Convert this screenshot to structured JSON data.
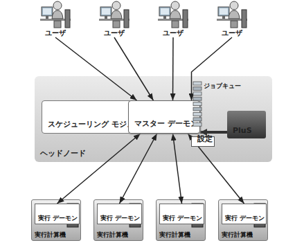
{
  "diagram": {
    "nodes": [
      {
        "text": [
          "ユーザ"
        ]
      },
      {
        "text": [
          "ユーザ"
        ]
      },
      {
        "text": [
          "ユーザ"
        ]
      },
      {
        "text": [
          "ユーザ"
        ]
      },
      {
        "text": [
          "ヘッドノード"
        ]
      },
      {
        "text": [
          "スケジューリング モジュール"
        ],
        "in": 4
      },
      {
        "text": [
          "マスター デーモン"
        ],
        "in": 4
      },
      {
        "text": [
          "ジョブキュー"
        ],
        "in": 4
      },
      {
        "text": [
          "設定"
        ],
        "in": 4
      },
      {
        "text": [
          "PluS"
        ],
        "in": 4
      },
      {
        "text": [
          "実行計算機"
        ]
      },
      {
        "text": [
          "実行 デーモン"
        ],
        "in": 10
      },
      {
        "text": [
          "実行計算機"
        ]
      },
      {
        "text": [
          "実行 デーモン"
        ],
        "in": 12
      },
      {
        "text": [
          "実行計算機"
        ]
      },
      {
        "text": [
          "実行 デーモン"
        ],
        "in": 14
      },
      {
        "text": [
          "実行計算機"
        ]
      },
      {
        "text": [
          "実行 デーモン"
        ],
        "in": 16
      }
    ],
    "edges": [
      {
        "from": 0,
        "to": 6,
        "arrow": "to"
      },
      {
        "from": 1,
        "to": 6,
        "arrow": "to"
      },
      {
        "from": 2,
        "to": 6,
        "arrow": "to"
      },
      {
        "from": 3,
        "to": 6,
        "arrow": "to"
      },
      {
        "from": 5,
        "to": 6,
        "arrow": "both"
      },
      {
        "from": 9,
        "to": 6,
        "arrow": "to"
      },
      {
        "from": 6,
        "to": 11,
        "arrow": "both"
      },
      {
        "from": 6,
        "to": 13,
        "arrow": "both"
      },
      {
        "from": 6,
        "to": 15,
        "arrow": "both"
      },
      {
        "from": 6,
        "to": 17,
        "arrow": "both"
      }
    ]
  }
}
